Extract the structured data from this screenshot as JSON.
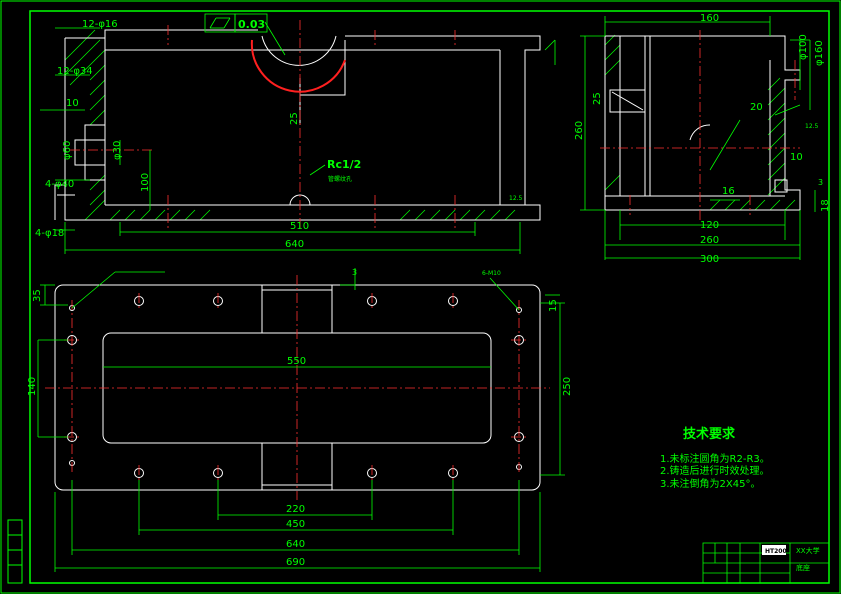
{
  "colors": {
    "background": "#000000",
    "outline": "#ffffff",
    "dimension": "#00ff00",
    "center_line": "#ff3030",
    "hatch": "#00ff00",
    "arc_highlight": "#ff2020"
  },
  "front_view": {
    "labels": {
      "flatness_tol": "0.03",
      "thread_spec": "Rc1/2",
      "thread_note": "管螺纹孔",
      "dim_510": "510",
      "dim_640": "640",
      "dim_12_phi16": "12-φ16",
      "dim_12_phi34": "12-φ34",
      "dim_phi60": "φ60",
      "dim_phi30": "φ30",
      "dim_4_phi40": "4-φ40",
      "dim_4_phi18": "4-φ18",
      "dim_100": "100",
      "dim_25": "25",
      "dim_10": "10",
      "dim_12_5": "12.5"
    }
  },
  "side_view": {
    "labels": {
      "dim_160": "160",
      "dim_phi100": "φ100",
      "dim_phi160": "φ160",
      "dim_260v": "260",
      "dim_25": "25",
      "dim_20": "20",
      "dim_10": "10",
      "dim_16": "16",
      "dim_120": "120",
      "dim_260": "260",
      "dim_300": "300",
      "dim_18": "18",
      "dim_3": "3",
      "rough_12_5": "12.5"
    }
  },
  "top_view": {
    "labels": {
      "dim_35": "35",
      "dim_3": "3",
      "dim_15": "15",
      "dim_550": "550",
      "dim_250": "250",
      "dim_140": "140",
      "dim_220": "220",
      "dim_450": "450",
      "dim_640": "640",
      "dim_690": "690",
      "hole_note": "6-M10"
    }
  },
  "tech_notes": {
    "title": "技术要求",
    "items": [
      "1.未标注圆角为R2-R3。",
      "2.铸造后进行时效处理。",
      "3.未注倒角为2X45°。"
    ]
  },
  "title_block": {
    "school": "XX大学",
    "part_name": "底座",
    "drawing_no": "HT200"
  }
}
